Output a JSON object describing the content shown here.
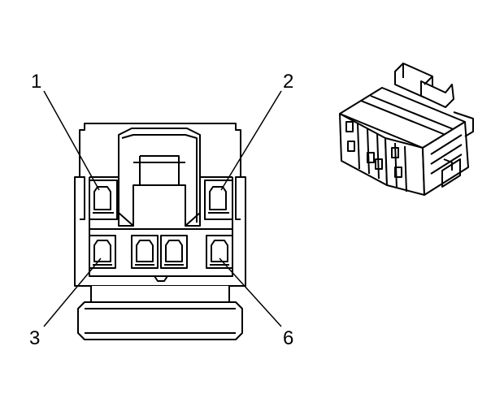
{
  "diagram": {
    "callouts": [
      {
        "id": "pin-1",
        "label": "1"
      },
      {
        "id": "pin-2",
        "label": "2"
      },
      {
        "id": "pin-3",
        "label": "3"
      },
      {
        "id": "pin-6",
        "label": "6"
      }
    ]
  }
}
